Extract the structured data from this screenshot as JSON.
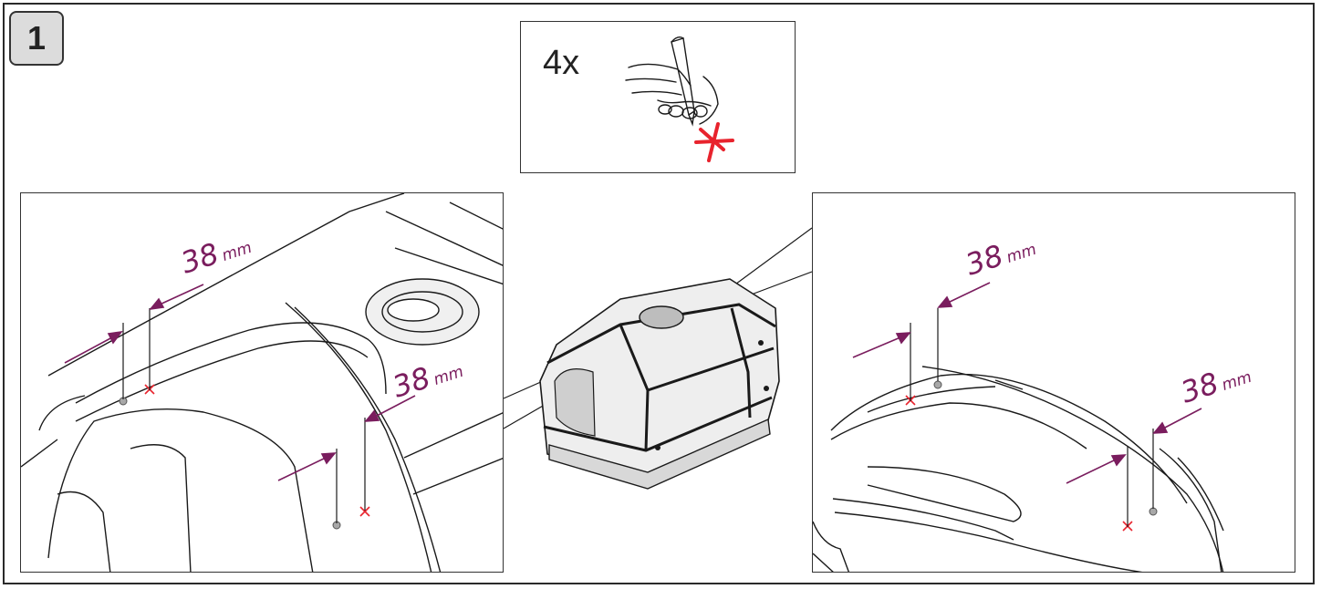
{
  "step": {
    "number": "1"
  },
  "hint": {
    "count": "4x"
  },
  "dimensions": {
    "left_top": {
      "value": "38",
      "unit": "mm"
    },
    "left_bottom": {
      "value": "38",
      "unit": "mm"
    },
    "right_top": {
      "value": "38",
      "unit": "mm"
    },
    "right_bottom": {
      "value": "38",
      "unit": "mm"
    }
  },
  "colors": {
    "dimension": "#7a1d5e",
    "mark": "#e8232d",
    "line": "#1a1a1a"
  }
}
